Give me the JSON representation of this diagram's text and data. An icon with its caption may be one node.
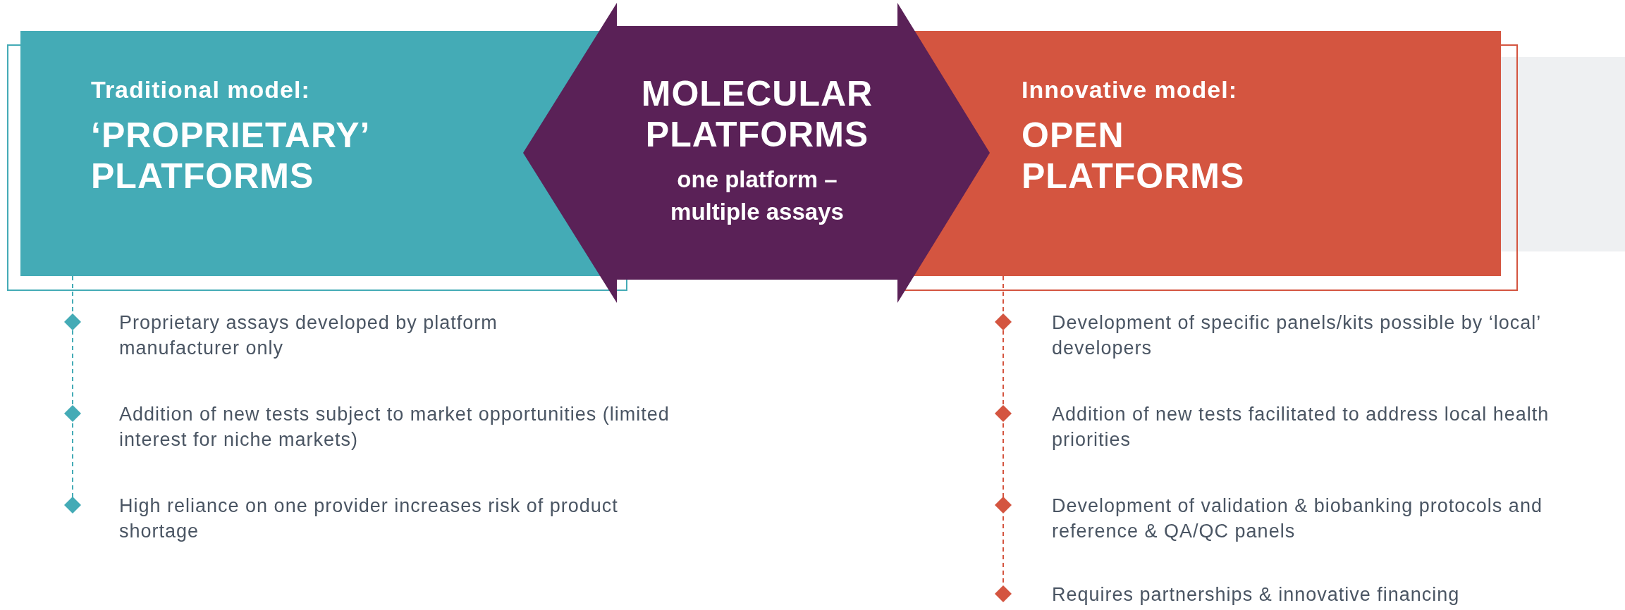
{
  "diagram": {
    "nodes": [
      {
        "text": [
          "Traditional model:",
          "‘PROPRIETARY’ PLATFORMS"
        ]
      },
      {
        "text": [
          "MOLECULAR PLATFORMS",
          "one platform – multiple assays"
        ]
      },
      {
        "text": [
          "Innovative model:",
          "OPEN PLATFORMS"
        ]
      }
    ],
    "edges": [],
    "labels": [
      "Proprietary assays developed by platform manufacturer only",
      "Addition of new tests subject to market opportunities (limited interest for niche markets)",
      "High reliance on one provider increases risk of product shortage",
      "Development of specific panels/kits possible by ‘local’ developers",
      "Addition of new tests facilitated to address local health priorities",
      "Development of validation & biobanking protocols and reference & QA/QC panels",
      "Requires partnerships & innovative financing"
    ]
  }
}
